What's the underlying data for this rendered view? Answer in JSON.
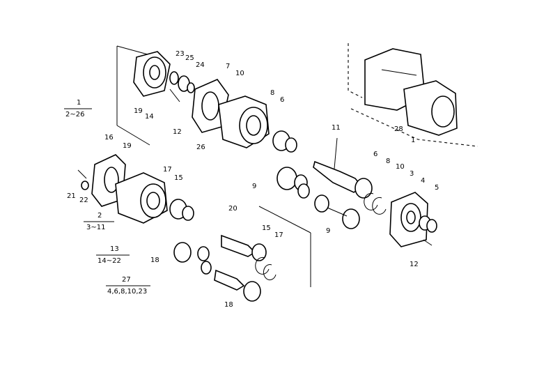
{
  "callouts": {
    "c23": "23",
    "c25": "25",
    "c24": "24",
    "c7": "7",
    "c10a": "10",
    "c19a": "19",
    "c14": "14",
    "c12a": "12",
    "c26": "26",
    "c8a": "8",
    "c6a": "6",
    "c11": "11",
    "c16": "16",
    "c19b": "19",
    "c17a": "17",
    "c15a": "15",
    "c21": "21",
    "c22": "22",
    "c9a": "9",
    "c6b": "6",
    "c8b": "8",
    "c10b": "10",
    "c3": "3",
    "c4": "4",
    "c5": "5",
    "c9b": "9",
    "c20": "20",
    "c15b": "15",
    "c17b": "17",
    "c18a": "18",
    "c18b": "18",
    "c12b": "12",
    "c28": "28",
    "c1b": "1"
  },
  "groups": {
    "g1": {
      "num": "1",
      "range": "2~26"
    },
    "g2": {
      "num": "2",
      "range": "3~11"
    },
    "g13": {
      "num": "13",
      "range": "14~22"
    },
    "g27": {
      "num": "27",
      "range": "4,6,8,10,23"
    }
  }
}
